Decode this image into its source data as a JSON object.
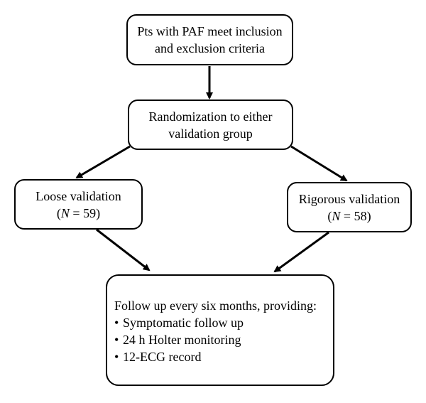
{
  "boxes": {
    "criteria": {
      "line1": "Pts with PAF meet inclusion",
      "line2": "and exclusion criteria"
    },
    "randomization": {
      "line1": "Randomization to either",
      "line2": "validation group"
    },
    "loose": {
      "title": "Loose validation",
      "n_label": "N",
      "n_value": "= 59"
    },
    "rigorous": {
      "title": "Rigorous validation",
      "n_label": "N",
      "n_value": "= 58"
    },
    "followup": {
      "title": "Follow up every six months, providing:",
      "bullet": "•",
      "items": [
        "Symptomatic follow up",
        "24 h Holter monitoring",
        "12-ECG record"
      ]
    }
  },
  "colors": {
    "stroke": "#000000",
    "background": "#ffffff"
  }
}
